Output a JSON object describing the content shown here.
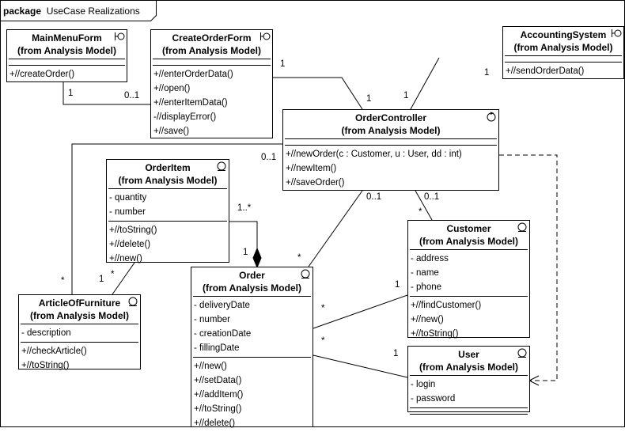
{
  "package": {
    "keyword": "package",
    "name": "UseCase Realizations"
  },
  "classes": {
    "mainmenu": {
      "name": "MainMenuForm",
      "pkg": "(from Analysis Model)",
      "stereo": "boundary-icon",
      "attrs": [],
      "ops": [
        "+//createOrder()"
      ]
    },
    "createorder": {
      "name": "CreateOrderForm",
      "pkg": "(from Analysis Model)",
      "stereo": "boundary-icon",
      "attrs": [],
      "ops": [
        "+//enterOrderData()",
        "+//open()",
        "+//enterItemData()",
        "-//displayError()",
        "+//save()"
      ]
    },
    "accounting": {
      "name": "AccountingSystem",
      "pkg": "(from Analysis Model)",
      "stereo": "boundary-icon",
      "attrs": [],
      "ops": [
        "+//sendOrderData()"
      ]
    },
    "controller": {
      "name": "OrderController",
      "pkg": "(from Analysis Model)",
      "stereo": "control-icon",
      "attrs": [],
      "ops": [
        "+//newOrder(c : Customer, u : User, dd : int)",
        "+//newItem()",
        "+//saveOrder()"
      ]
    },
    "orderitem": {
      "name": "OrderItem",
      "pkg": "(from Analysis Model)",
      "stereo": "entity-icon",
      "attrs": [
        "- quantity",
        "- number"
      ],
      "ops": [
        "+//toString()",
        "+//delete()",
        "+//new()"
      ]
    },
    "customer": {
      "name": "Customer",
      "pkg": "(from Analysis Model)",
      "stereo": "entity-icon",
      "attrs": [
        "- address",
        "- name",
        "- phone"
      ],
      "ops": [
        "+//findCustomer()",
        "+//new()",
        "+//toString()"
      ]
    },
    "order": {
      "name": "Order",
      "pkg": "(from Analysis Model)",
      "stereo": "entity-icon",
      "attrs": [
        "- deliveryDate",
        "- number",
        "- creationDate",
        "- fillingDate"
      ],
      "ops": [
        "+//new()",
        "+//setData()",
        "+//addItem()",
        "+//toString()",
        "+//delete()"
      ]
    },
    "article": {
      "name": "ArticleOfFurniture",
      "pkg": "(from Analysis Model)",
      "stereo": "entity-icon",
      "attrs": [
        "- description"
      ],
      "ops": [
        "+//checkArticle()",
        "+//toString()"
      ]
    },
    "user": {
      "name": "User",
      "pkg": "(from Analysis Model)",
      "stereo": "entity-icon",
      "attrs": [
        "- login",
        "- password"
      ],
      "ops": []
    }
  },
  "multiplicities": {
    "m1": "1",
    "m2": "0..1",
    "m3": "1",
    "m4": "1",
    "m5": "1",
    "m6": "1",
    "m7": "0..1",
    "m8": "1..*",
    "m9": "1",
    "m10": "0..1",
    "m11": "*",
    "m12": "0..1",
    "m13": "*",
    "m14": "*",
    "m15": "1",
    "m16": "*",
    "m17": "1",
    "m18": "*",
    "m19": "*",
    "m20": "1"
  }
}
